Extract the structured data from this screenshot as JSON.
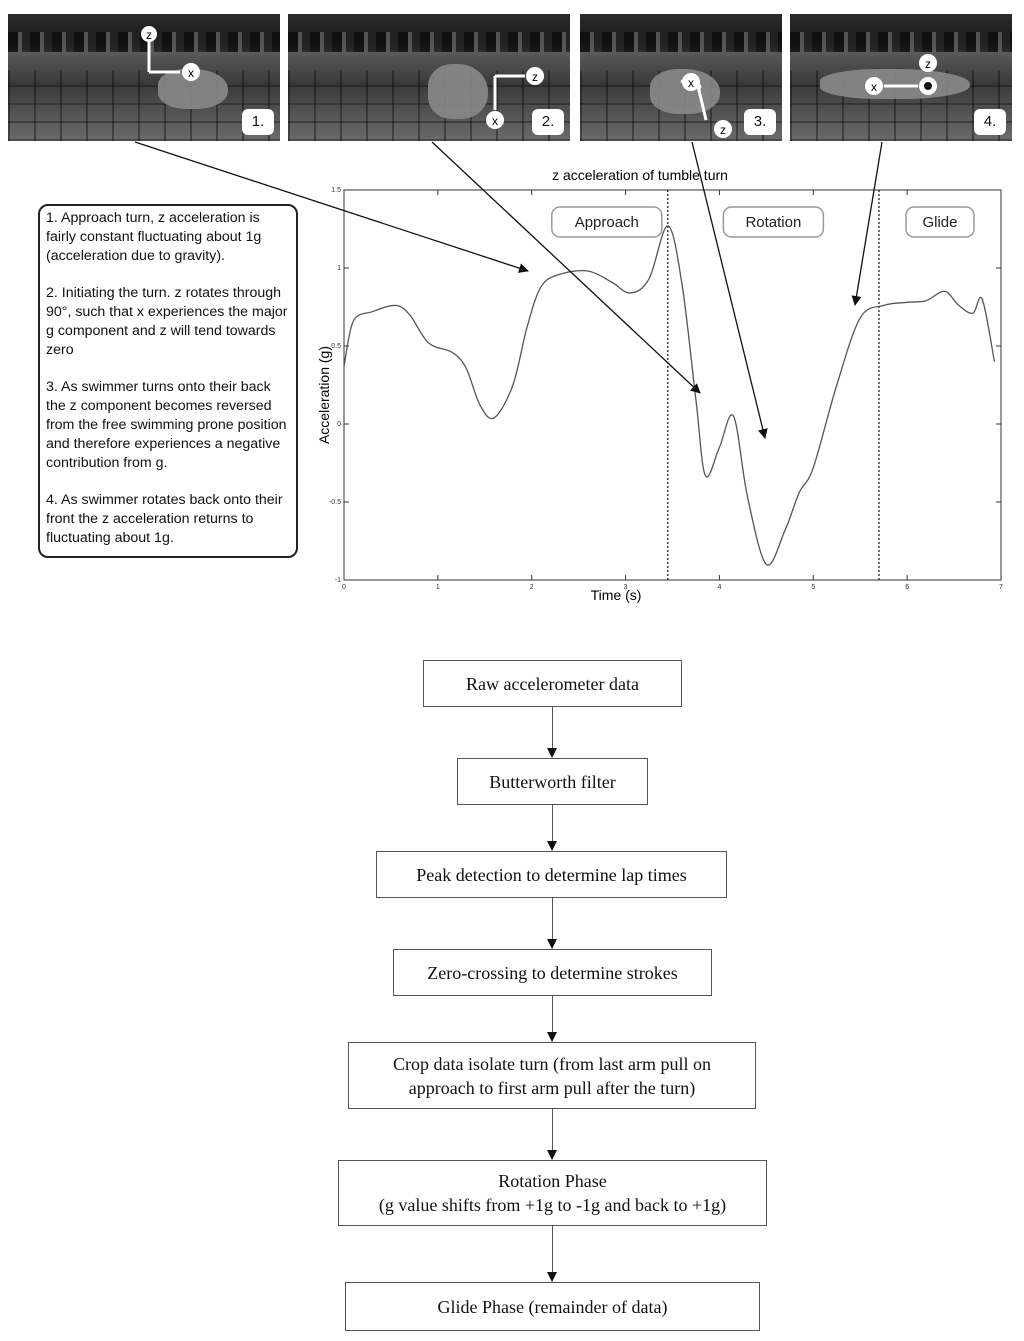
{
  "photos": [
    {
      "number": "1.",
      "axis_labels": [
        "z",
        "x"
      ]
    },
    {
      "number": "2.",
      "axis_labels": [
        "z",
        "x"
      ]
    },
    {
      "number": "3.",
      "axis_labels": [
        "x",
        "z"
      ]
    },
    {
      "number": "4.",
      "axis_labels": [
        "z",
        "x"
      ]
    }
  ],
  "notes": [
    "1. Approach turn, z acceleration is fairly constant fluctuating about 1g (acceleration due to gravity).",
    "2. Initiating the turn. z rotates through 90°, such that x experiences the major g component and z will tend towards zero",
    "3. As swimmer turns onto their back the z component becomes reversed from the free swimming prone position and therefore experiences a negative contribution from g.",
    "4. As swimmer rotates back onto their front the z acceleration returns to fluctuating about 1g."
  ],
  "chart_data": {
    "type": "line",
    "title": "z acceleration of tumble turn",
    "xlabel": "Time (s)",
    "ylabel": "Acceleration (g)",
    "xlim": [
      0,
      7
    ],
    "ylim": [
      -1,
      1.5
    ],
    "x_ticks": [
      "0",
      "1",
      "2",
      "3",
      "4",
      "5",
      "6",
      "7"
    ],
    "y_ticks": [
      "-1",
      "-0.5",
      "0",
      "0.5",
      "1",
      "1.5"
    ],
    "phase_dividers": [
      3.45,
      5.7
    ],
    "phases": [
      "Approach",
      "Rotation",
      "Glide"
    ],
    "series": [
      {
        "x": [
          0,
          0.1,
          0.3,
          0.55,
          0.7,
          0.9,
          1.15,
          1.3,
          1.45,
          1.6,
          1.8,
          1.95,
          2.1,
          2.3,
          2.6,
          2.85,
          3.05,
          3.25,
          3.45,
          3.6,
          3.75,
          3.85,
          4.0,
          4.15,
          4.3,
          4.5,
          4.7,
          4.85,
          5.0,
          5.25,
          5.5,
          5.75,
          6.0,
          6.2,
          6.4,
          6.55,
          6.7,
          6.8,
          6.93
        ],
        "y": [
          0.37,
          0.66,
          0.72,
          0.76,
          0.7,
          0.52,
          0.46,
          0.36,
          0.12,
          0.04,
          0.25,
          0.62,
          0.88,
          0.96,
          0.98,
          0.91,
          0.84,
          0.93,
          1.27,
          0.9,
          0.15,
          -0.33,
          -0.15,
          0.05,
          -0.47,
          -0.9,
          -0.68,
          -0.44,
          -0.28,
          0.25,
          0.68,
          0.76,
          0.78,
          0.79,
          0.85,
          0.76,
          0.71,
          0.8,
          0.4
        ]
      }
    ],
    "grid": false
  },
  "flowchart": [
    {
      "lines": [
        "Raw accelerometer data"
      ]
    },
    {
      "lines": [
        "Butterworth filter"
      ]
    },
    {
      "lines": [
        "Peak detection to determine lap times"
      ]
    },
    {
      "lines": [
        "Zero-crossing to determine strokes"
      ]
    },
    {
      "lines": [
        "Crop data isolate turn (from last arm pull on",
        "approach to first arm pull after the turn)"
      ]
    },
    {
      "lines": [
        "Rotation Phase",
        "(g value shifts from +1g to -1g and back to +1g)"
      ]
    },
    {
      "lines": [
        "Glide Phase (remainder of data)"
      ]
    }
  ]
}
